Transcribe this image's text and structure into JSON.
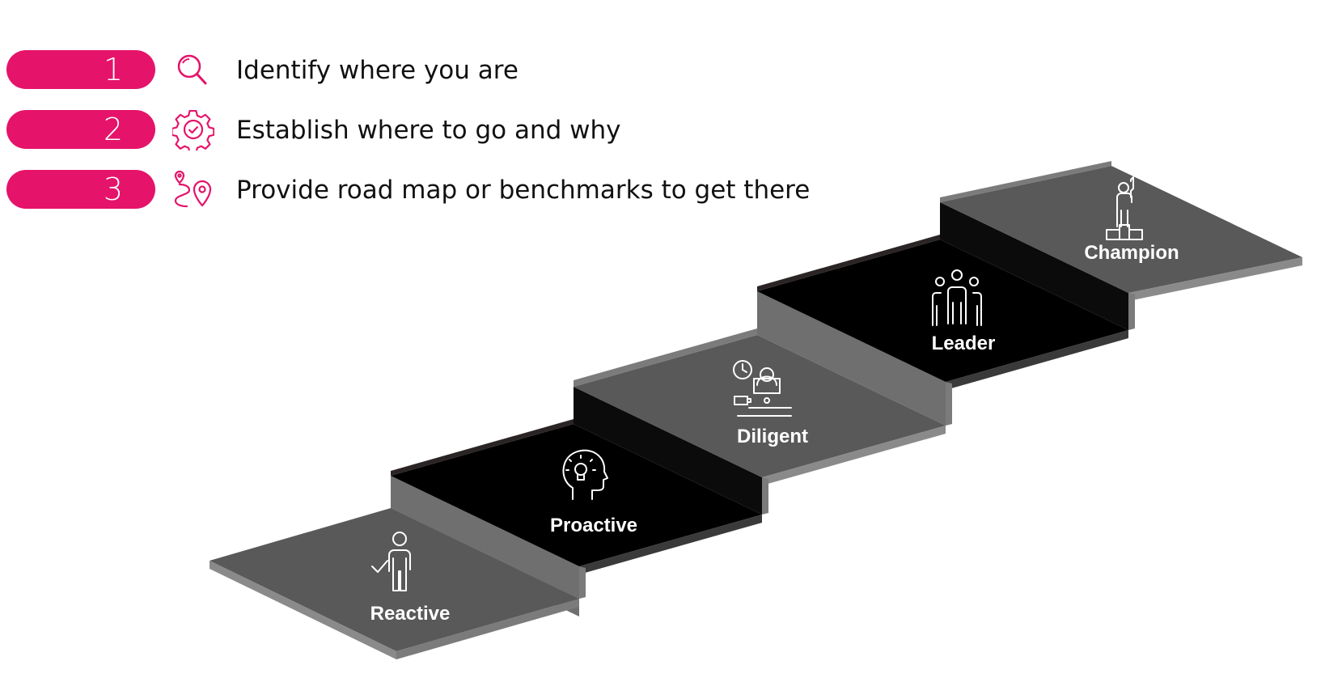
{
  "steps": [
    {
      "number": "1",
      "icon": "magnifier-icon",
      "text": "Identify where you are"
    },
    {
      "number": "2",
      "icon": "gear-check-icon",
      "text": "Establish where to go and why"
    },
    {
      "number": "3",
      "icon": "route-pin-icon",
      "text": "Provide road map or benchmarks to get there"
    }
  ],
  "stages": [
    {
      "label": "Reactive",
      "icon": "person-check-icon"
    },
    {
      "label": "Proactive",
      "icon": "head-lightbulb-icon"
    },
    {
      "label": "Diligent",
      "icon": "person-laptop-clock-icon"
    },
    {
      "label": "Leader",
      "icon": "group-people-icon"
    },
    {
      "label": "Champion",
      "icon": "person-podium-icon"
    }
  ],
  "colors": {
    "accent": "#e5136a",
    "tread_gray": "#595959",
    "tread_black": "#000000",
    "riser_gray": "#6f6f6f",
    "riser_black": "#0b0b0b",
    "edge_gray": "#8a8a8a"
  }
}
